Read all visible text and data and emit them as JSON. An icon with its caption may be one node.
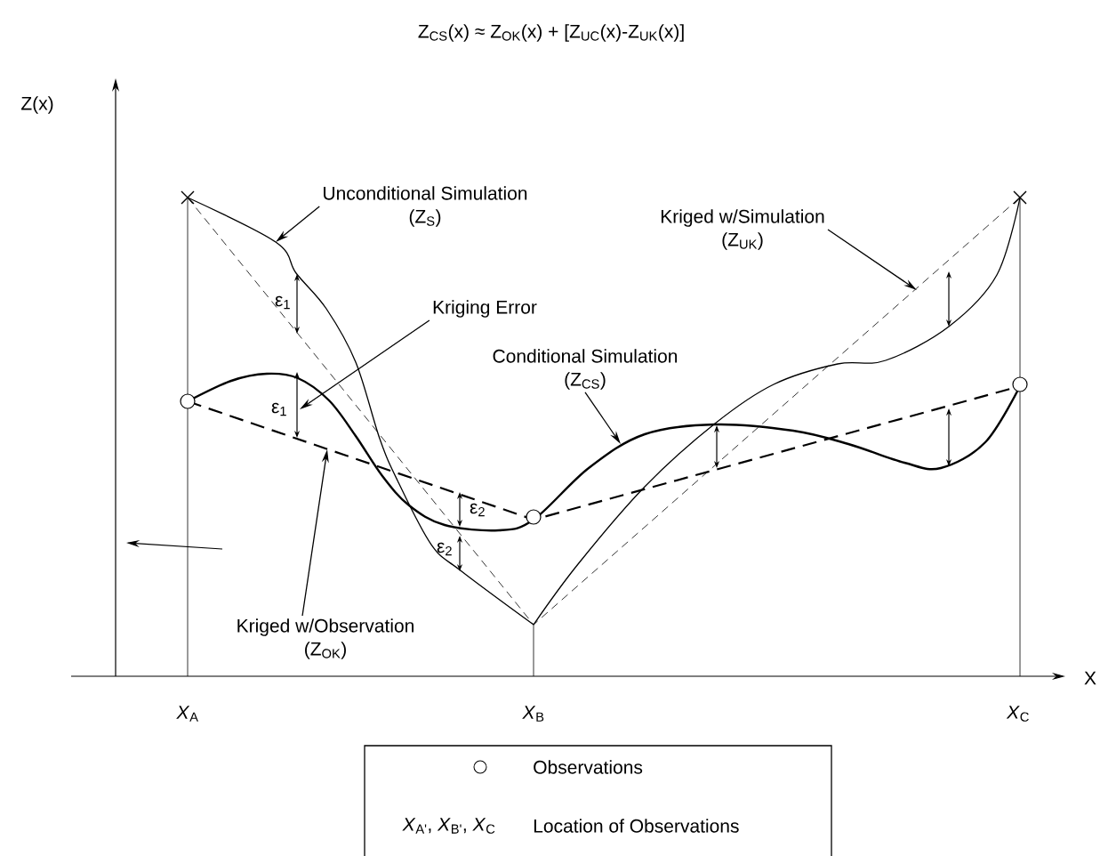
{
  "diagram": {
    "title": "Z$_{CS}$(x) ≈ Z$_{OK}$(x) + [Z$_{UC}$(x)-Z$_{UK}$(x)]",
    "nodes": [
      {
        "text": [
          "Unconditional Simulation",
          "(Z$_{S}$)"
        ]
      },
      {
        "text": [
          "Kriging Error"
        ]
      },
      {
        "text": [
          "Conditional Simulation",
          "(Z$_{CS}$)"
        ]
      },
      {
        "text": [
          "Kriged w/Simulation",
          "(Z$_{UK}$)"
        ]
      },
      {
        "text": [
          "Kriged w/Observation",
          "(Z$_{OK}$)"
        ]
      }
    ],
    "edges": [
      {
        "from": 0,
        "to": null,
        "arrow": "to"
      },
      {
        "from": 1,
        "to": null,
        "arrow": "to"
      },
      {
        "from": 2,
        "to": null,
        "arrow": "to"
      },
      {
        "from": 3,
        "to": null,
        "arrow": "to"
      },
      {
        "from": 4,
        "to": null,
        "arrow": "to"
      }
    ],
    "labels": [
      "Z(x)",
      "ε$_{1}$",
      "ε$_{1}$",
      "ε$_{2}$",
      "ε$_{2}$",
      "X",
      "*X*$_{A}$",
      "*X*$_{B}$",
      "*X*$_{C}$",
      "*X*$_{A'}$, *X*$_{B'}$, *X*$_{C}$"
    ],
    "legend": [
      {
        "text": "Observations"
      },
      {
        "text": "Location of Observations"
      }
    ]
  }
}
